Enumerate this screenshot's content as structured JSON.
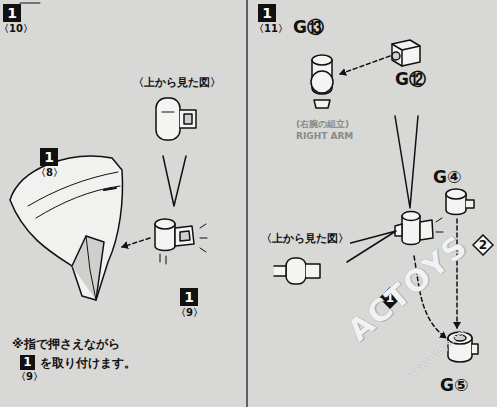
{
  "diagram": {
    "nodes": [
      {
        "text": [
          "1",
          "〈10〉"
        ]
      },
      {
        "text": [
          "〈上から見た図〉"
        ]
      },
      {
        "text": [
          "1",
          "〈8〉"
        ]
      },
      {
        "text": [
          "1",
          "〈9〉"
        ]
      },
      {
        "text": [
          "1",
          "〈11〉"
        ]
      },
      {
        "text": [
          "G⑬",
          "G⑫"
        ]
      },
      {
        "text": [
          "〈上から見た図〉"
        ]
      },
      {
        "text": [
          "1"
        ]
      },
      {
        "text": [
          "2"
        ]
      },
      {
        "text": [
          "1",
          "〈9〉"
        ]
      }
    ],
    "labels": [
      "※指で押さえながら",
      "を取り付けます。",
      "G④",
      "G⑤",
      "(右腕の組立)",
      "RIGHT ARM",
      "ACTOYS",
      "www.actoys.net"
    ]
  }
}
